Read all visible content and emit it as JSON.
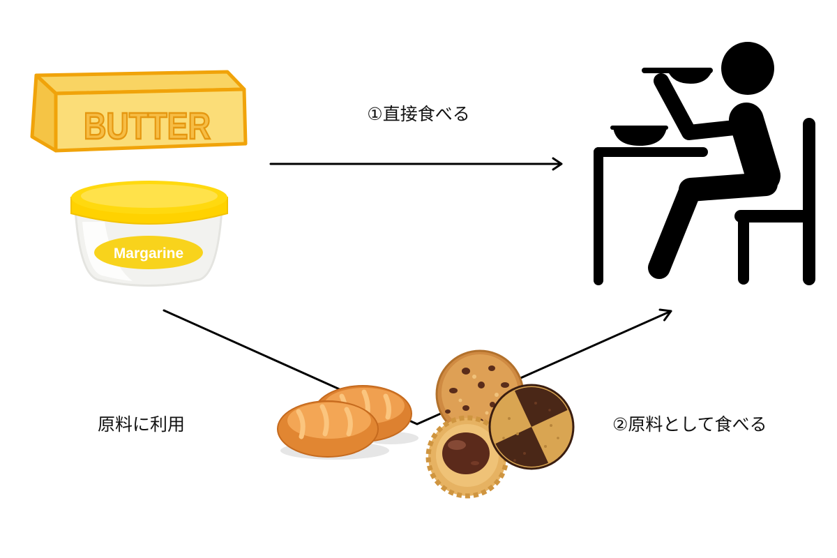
{
  "diagram": {
    "labels": {
      "direct_eating": "①直接食べる",
      "used_as_ingredient": "原料に利用",
      "eaten_as_ingredient": "②原料として食べる"
    },
    "products": {
      "butter_label": "BUTTER",
      "margarine_label": "Margarine"
    },
    "nodes": {
      "source": [
        "butter-icon",
        "margarine-icon"
      ],
      "intermediate": [
        "bread-icon",
        "cookies-icon"
      ],
      "target": "person-eating-icon"
    },
    "colors": {
      "butter": "#fbdd78",
      "butter_outline": "#f0a30a",
      "margarine_lid": "#ffd200",
      "bread": "#e48b36",
      "cookie": "#d6924a",
      "chocolate": "#5b2a1b",
      "person": "#000000",
      "arrow": "#000000"
    }
  }
}
